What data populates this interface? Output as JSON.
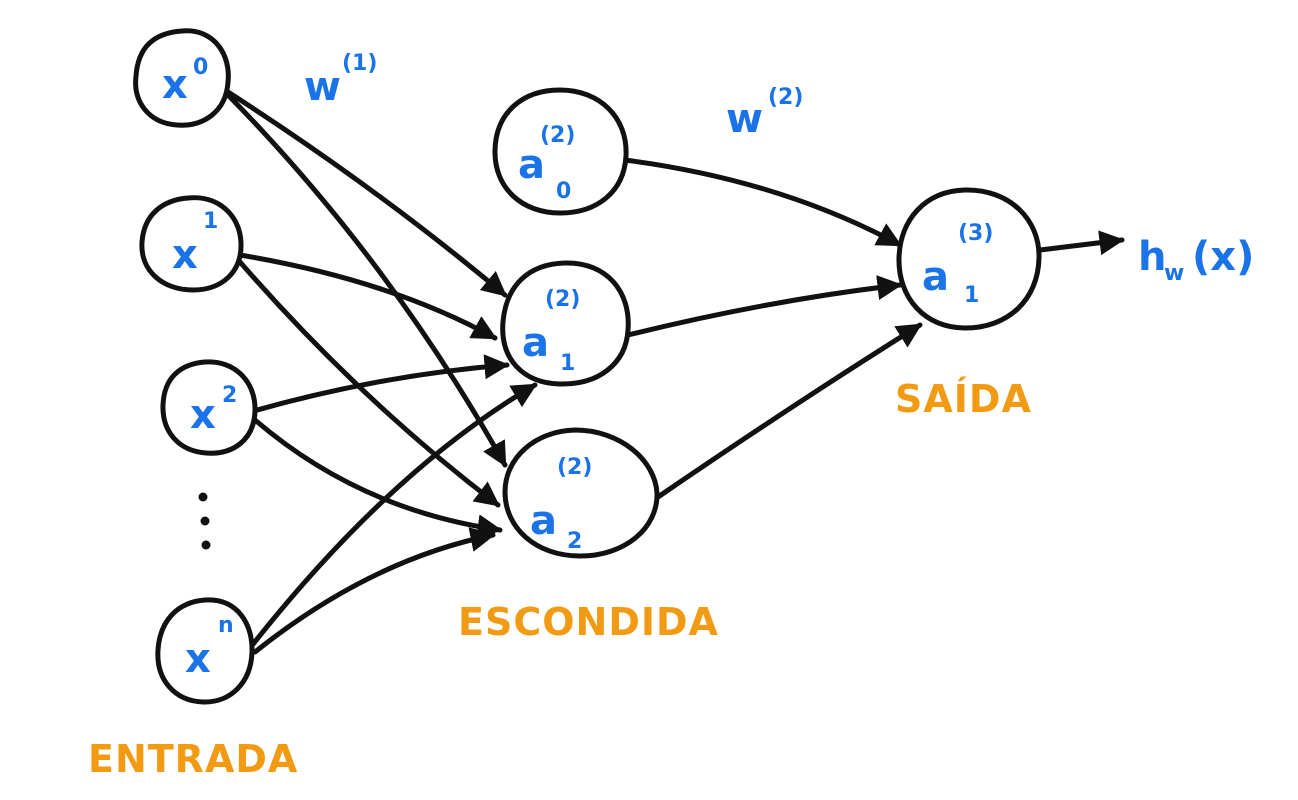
{
  "colors": {
    "label_blue": "#1a73e8",
    "layer_orange": "#f29a12",
    "ink": "#111111"
  },
  "weights": {
    "w1": {
      "base": "w",
      "sup": "(1)"
    },
    "w2": {
      "base": "w",
      "sup": "(2)"
    }
  },
  "nodes": {
    "x0": {
      "base": "x",
      "sup": "0"
    },
    "x1": {
      "base": "x",
      "sup": "1"
    },
    "x2": {
      "base": "x",
      "sup": "2"
    },
    "xn": {
      "base": "x",
      "sup": "n"
    },
    "a0": {
      "base": "a",
      "sup": "(2)",
      "sub": "0"
    },
    "a1": {
      "base": "a",
      "sup": "(2)",
      "sub": "1"
    },
    "a2": {
      "base": "a",
      "sup": "(2)",
      "sub": "2"
    },
    "out": {
      "base": "a",
      "sup": "(3)",
      "sub": "1"
    }
  },
  "ellipsis": "⋮",
  "output": {
    "h": "h",
    "sub": "w",
    "arg": "(x)"
  },
  "layers": {
    "input": "ENTRADA",
    "hidden": "ESCONDIDA",
    "output": "SAÍDA"
  }
}
